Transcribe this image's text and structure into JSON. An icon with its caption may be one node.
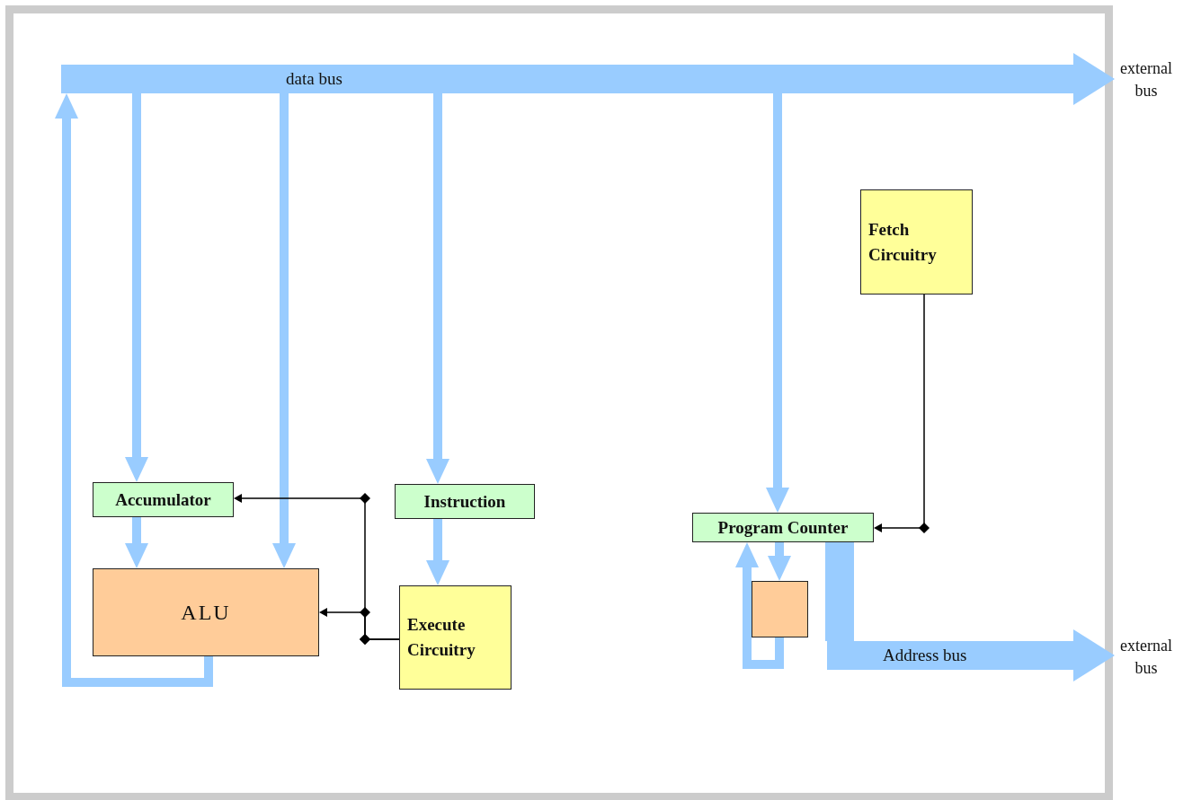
{
  "diagram": {
    "nodes": [
      {
        "text": [
          "data bus"
        ]
      },
      {
        "text": [
          "external bus"
        ]
      },
      {
        "text": [
          "Fetch Circuitry"
        ]
      },
      {
        "text": [
          "Accumulator"
        ]
      },
      {
        "text": [
          "Instruction"
        ]
      },
      {
        "text": [
          "ALU"
        ]
      },
      {
        "text": [
          "Execute Circuitry"
        ]
      },
      {
        "text": [
          "Program Counter"
        ]
      },
      {
        "text": [],
        "shape": "box"
      },
      {
        "text": [
          "Address bus"
        ]
      },
      {
        "text": [
          "external bus"
        ]
      }
    ],
    "edges": [
      {
        "from": 0,
        "to": 1,
        "arrow": "to",
        "style": "thick"
      },
      {
        "from": 0,
        "to": 3,
        "arrow": "to"
      },
      {
        "from": 0,
        "to": 5,
        "arrow": "to"
      },
      {
        "from": 0,
        "to": 4,
        "arrow": "to"
      },
      {
        "from": 0,
        "to": 7,
        "arrow": "to"
      },
      {
        "from": 5,
        "to": 0,
        "arrow": "to"
      },
      {
        "from": 3,
        "to": 5,
        "arrow": "to"
      },
      {
        "from": 4,
        "to": 6,
        "arrow": "to"
      },
      {
        "from": 6,
        "to": 3,
        "arrow": "to",
        "color": "#000000"
      },
      {
        "from": 6,
        "to": 5,
        "arrow": "to",
        "color": "#000000"
      },
      {
        "from": 2,
        "to": 7,
        "arrow": "to",
        "color": "#000000"
      },
      {
        "from": 7,
        "to": 8,
        "arrow": "to"
      },
      {
        "from": 8,
        "to": 7,
        "arrow": "to"
      },
      {
        "from": 7,
        "to": 9,
        "arrow": "none",
        "style": "thick"
      },
      {
        "from": 9,
        "to": 10,
        "arrow": "to",
        "style": "thick"
      }
    ]
  }
}
